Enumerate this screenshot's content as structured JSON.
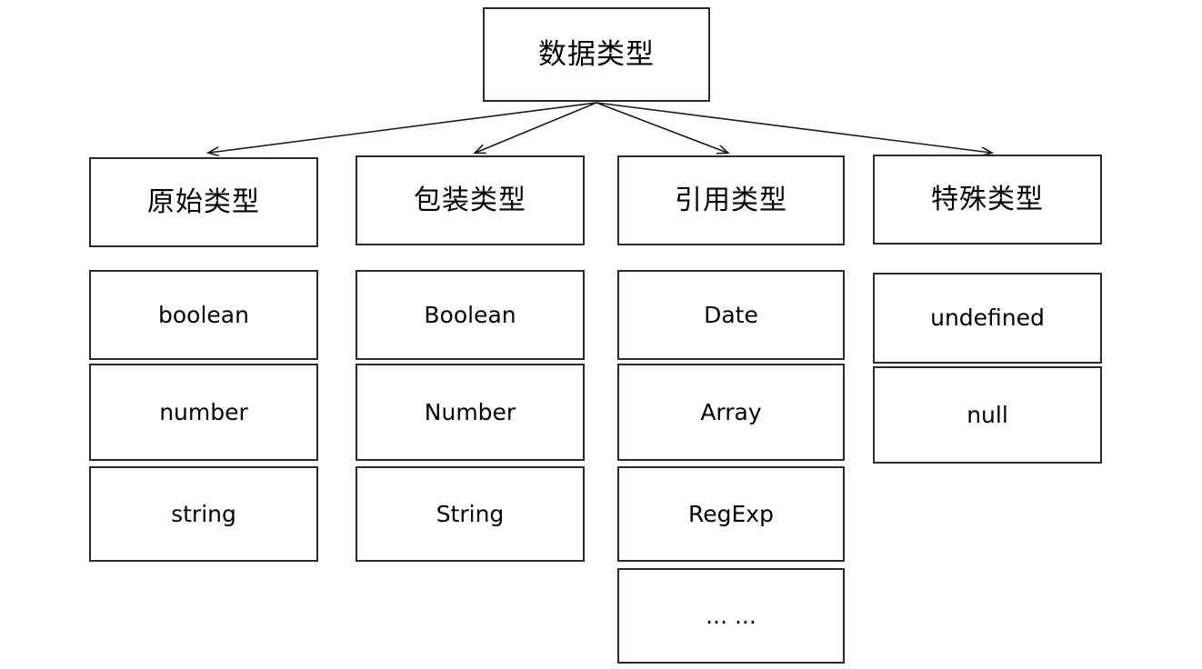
{
  "diagram": {
    "title": "数据类型",
    "root": {
      "label": "数据类型"
    },
    "categories": [
      {
        "label": "原始类型",
        "items": [
          {
            "label": "boolean"
          },
          {
            "label": "number"
          },
          {
            "label": "string"
          }
        ]
      },
      {
        "label": "包装类型",
        "items": [
          {
            "label": "Boolean"
          },
          {
            "label": "Number"
          },
          {
            "label": "String"
          }
        ]
      },
      {
        "label": "引用类型",
        "items": [
          {
            "label": "Date"
          },
          {
            "label": "Array"
          },
          {
            "label": "RegExp"
          },
          {
            "label": "... ..."
          }
        ]
      },
      {
        "label": "特殊类型",
        "items": [
          {
            "label": "undefined"
          },
          {
            "label": "null"
          }
        ]
      }
    ],
    "colors": {
      "background": "#ffffff",
      "box_border": "#2b2b2b",
      "box_fill": "#ffffff",
      "edge": "#1a1a1a",
      "text": "#000000"
    }
  }
}
